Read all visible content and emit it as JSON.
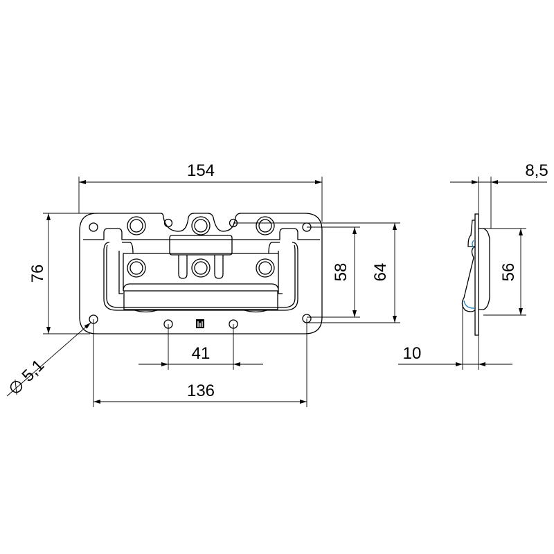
{
  "dimensions": {
    "overall_width": "154",
    "overall_height": "76",
    "hole_spacing_vertical": "58",
    "hole_spacing_vertical_outer": "64",
    "center_hole_spacing": "41",
    "hole_spacing_horizontal": "136",
    "hole_diameter": "∅ 5,1",
    "side_thickness": "8,5",
    "side_height": "56",
    "side_depth": "10"
  },
  "logo_text": "iti"
}
